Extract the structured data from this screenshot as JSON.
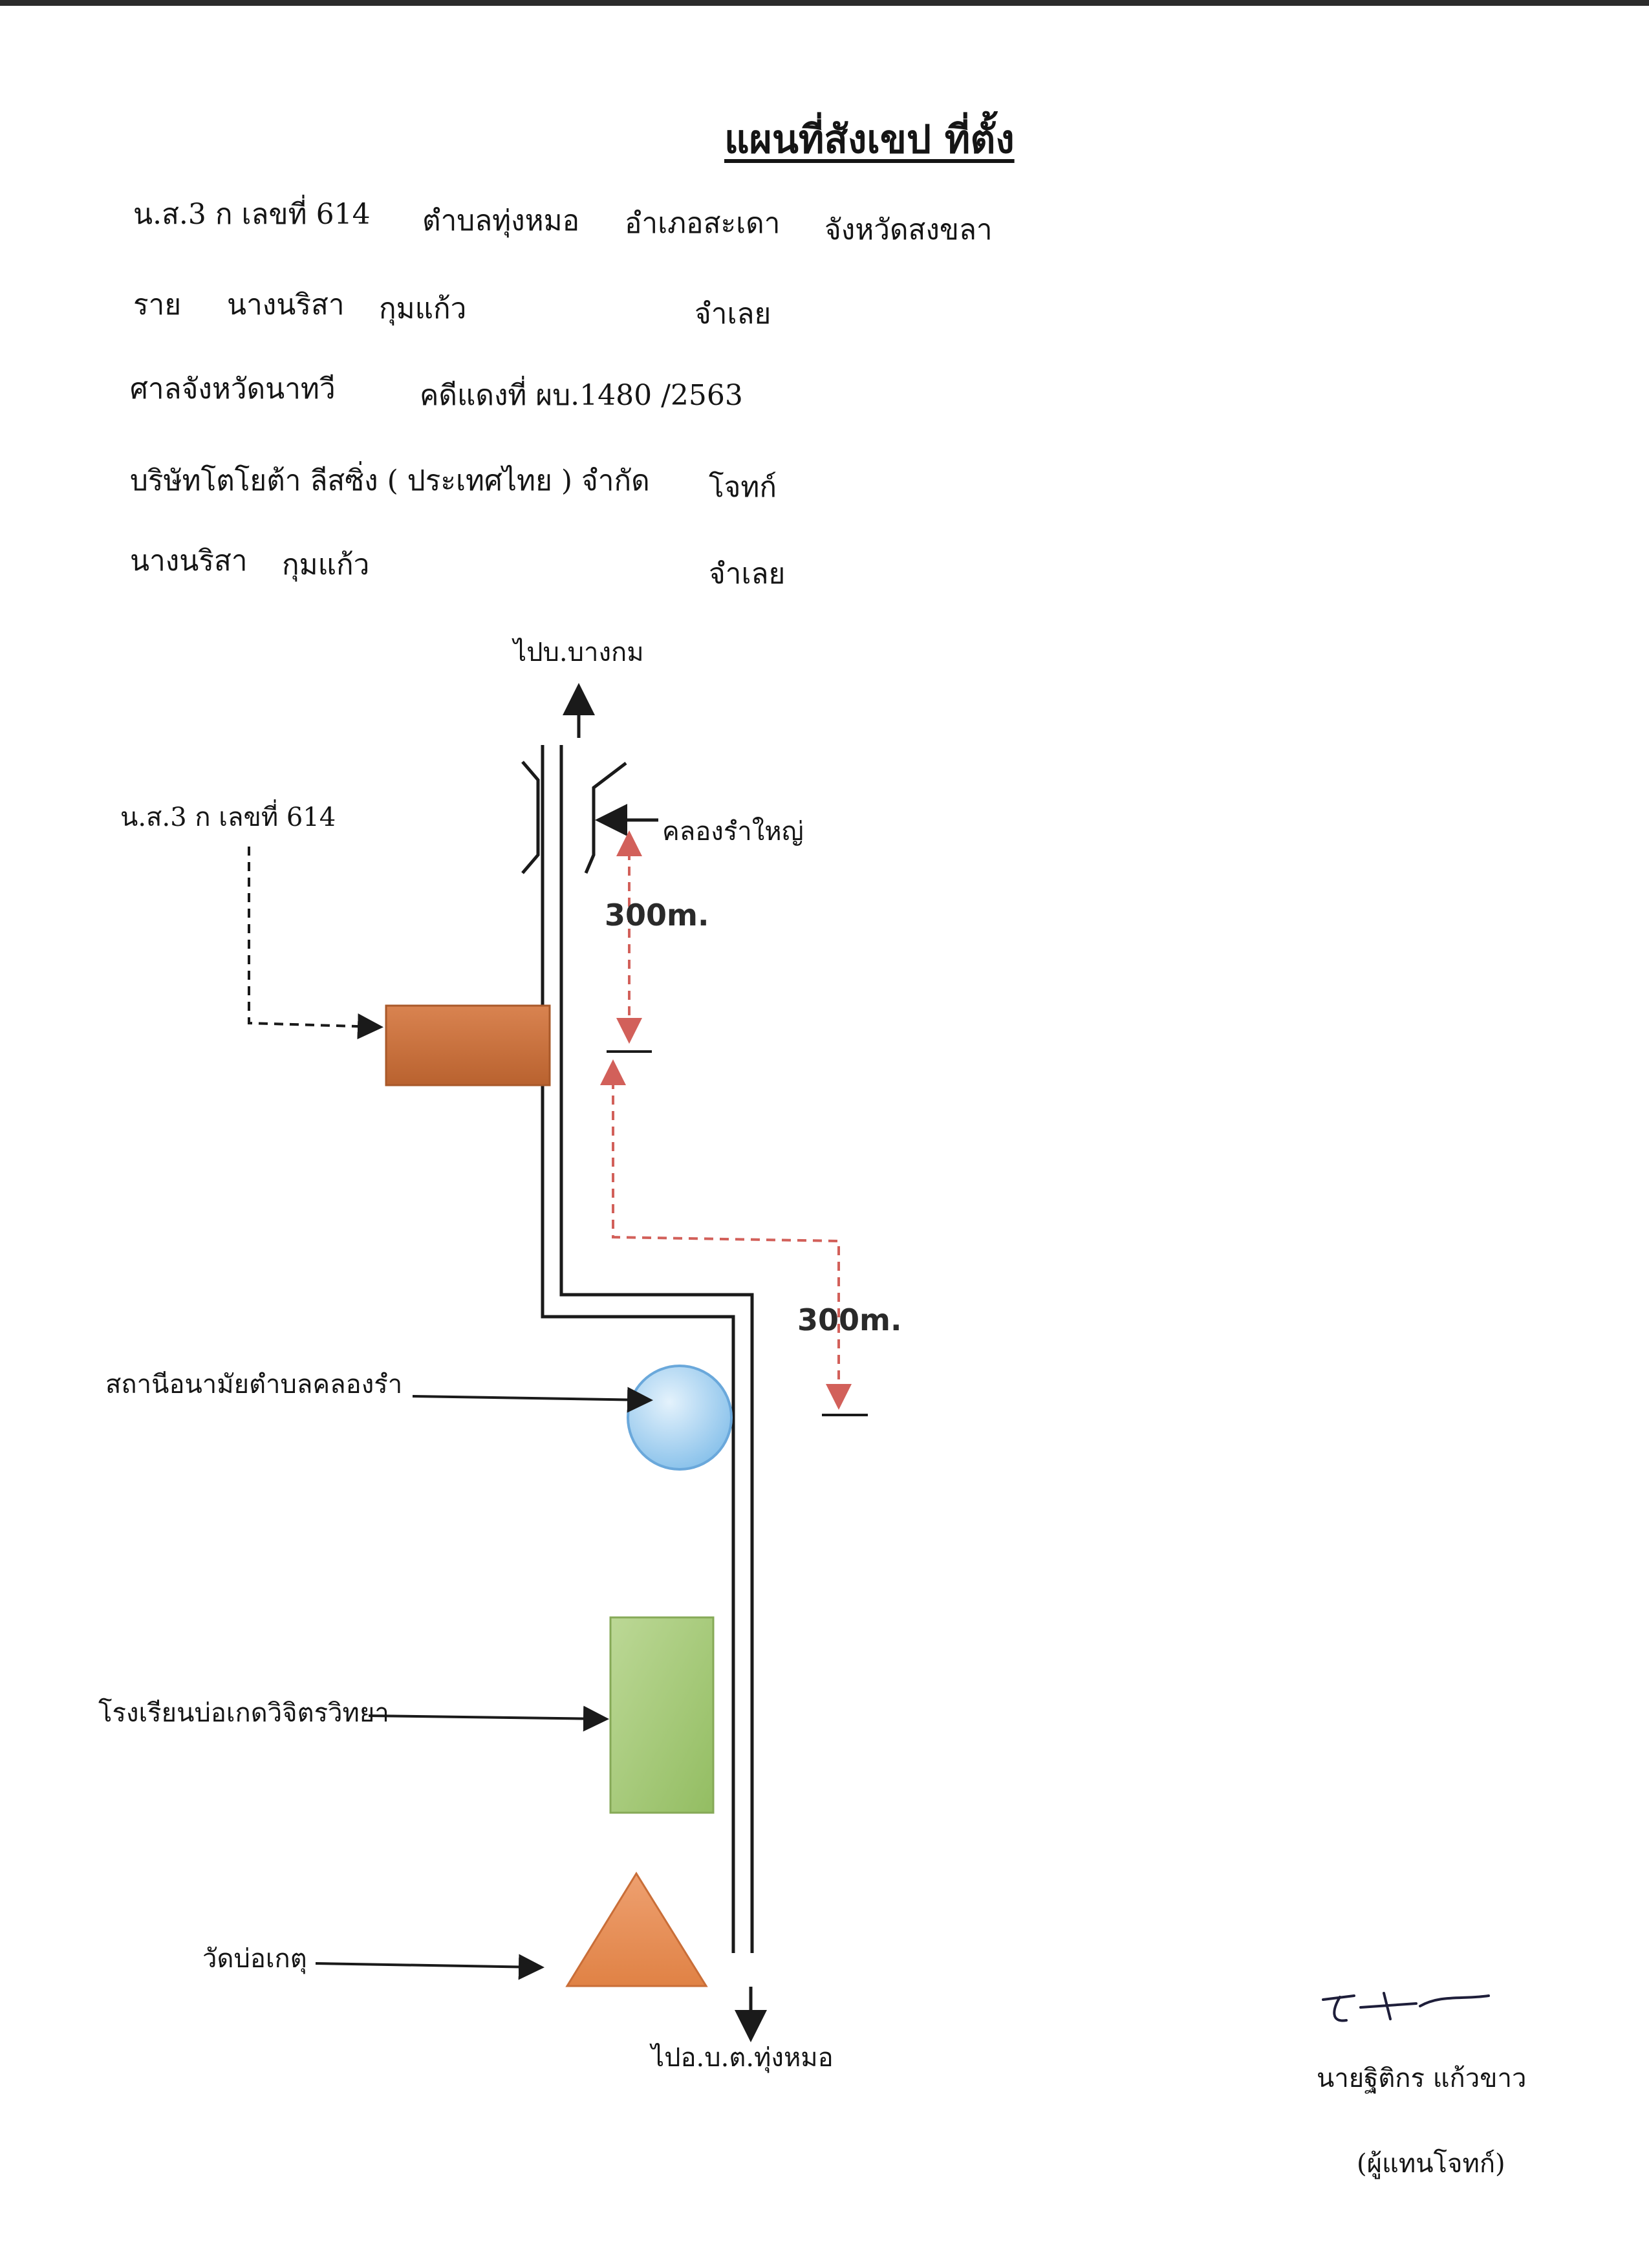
{
  "document": {
    "title": "แผนที่สังเขป  ที่ตั้ง",
    "land_deed": {
      "label": "น.ส.3 ก เลขที่  614",
      "subdistrict": "ตำบลทุ่งหมอ",
      "district": "อำเภอสะเดา",
      "province": "จังหวัดสงขลา"
    },
    "owner": {
      "prefix": "ราย",
      "first_name": "นางนริสา",
      "last_name": "กุมแก้ว",
      "role": "จำเลย"
    },
    "court": {
      "name": "ศาลจังหวัดนาทวี",
      "case": "คดีแดงที่ ผบ.1480 /2563"
    },
    "plaintiff": {
      "name": "บริษัทโตโยต้า ลีสซิ่ง ( ประเทศไทย ) จำกัด",
      "role": "โจทก์"
    },
    "defendant": {
      "first_name": "นางนริสา",
      "last_name": "กุมแก้ว",
      "role": "จำเลย"
    }
  },
  "map": {
    "to_north": "ไปบ.บางกม",
    "to_south": "ไปอ.บ.ต.ทุ่งหมอ",
    "plot_label": "น.ส.3 ก เลขที่  614",
    "canal": "คลองรำใหญ่",
    "distance_1": "300m.",
    "distance_2": "300m.",
    "health_station": "สถานีอนามัยตำบลคลองรำ",
    "school": "โรงเรียนบ่อเกดวิจิตรวิทยา",
    "temple": "วัดบ่อเกตุ",
    "colors": {
      "plot": "#c9713d",
      "health_station": "#9fcdf0",
      "school": "#a9cb78",
      "temple": "#e98e55",
      "distance_line": "#d2605a",
      "road": "#1a1a1a"
    },
    "icons": {
      "plot": "rectangle",
      "health_station": "circle",
      "school": "rectangle",
      "temple": "triangle",
      "north_arrow": "arrow-up",
      "south_arrow": "arrow-down"
    }
  },
  "signature": {
    "name": "นายฐิติกร  แก้วขาว",
    "role": "(ผู้แทนโจทก์)"
  }
}
